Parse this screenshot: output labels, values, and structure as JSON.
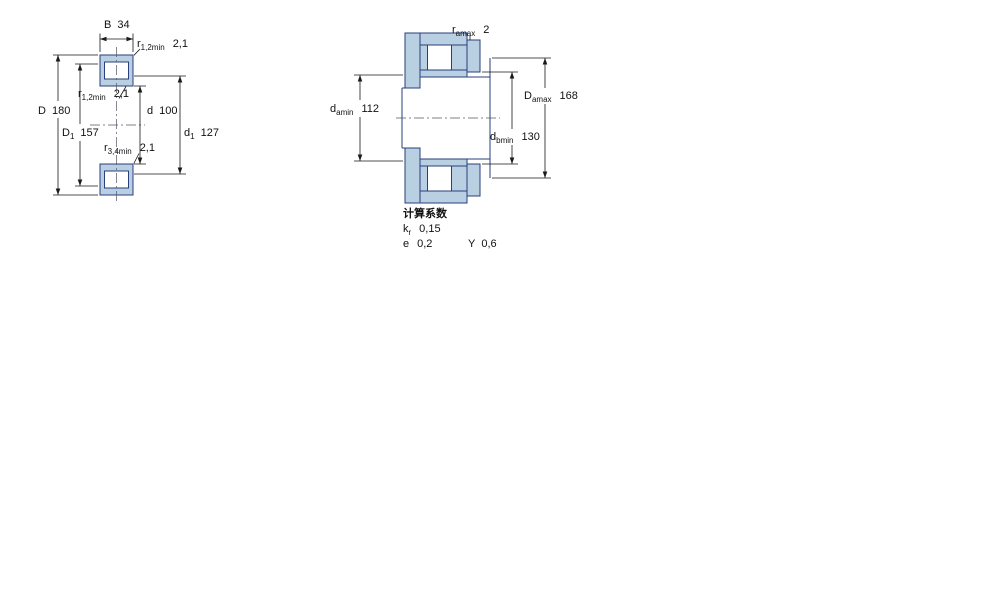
{
  "colors": {
    "bearing_fill": "#b9cfe2",
    "bearing_stroke": "#2a3f7c",
    "line": "#1a1a1a"
  },
  "left_view": {
    "b": {
      "sym": "B",
      "val": "34"
    },
    "r12_top": {
      "sym": "r",
      "sub": "1,2min",
      "val": "2,1"
    },
    "D": {
      "sym": "D",
      "val": "180"
    },
    "r12_mid": {
      "sym": "r",
      "sub": "1,2min",
      "val": "2,1"
    },
    "d": {
      "sym": "d",
      "val": "100"
    },
    "D1": {
      "sym": "D",
      "sub": "1",
      "val": "157"
    },
    "d1": {
      "sym": "d",
      "sub": "1",
      "val": "127"
    },
    "r34": {
      "sym": "r",
      "sub": "3,4min",
      "val": "2,1"
    }
  },
  "right_view": {
    "ra": {
      "sym": "r",
      "sub": "amax",
      "val": "2"
    },
    "da": {
      "sym": "d",
      "sub": "amin",
      "val": "112"
    },
    "Da": {
      "sym": "D",
      "sub": "amax",
      "val": "168"
    },
    "db": {
      "sym": "d",
      "sub": "bmin",
      "val": "130"
    }
  },
  "factors": {
    "title": "计算系数",
    "kr": {
      "sym": "k",
      "sub": "r",
      "val": "0,15"
    },
    "e": {
      "sym": "e",
      "val": "0,2"
    },
    "Y": {
      "sym": "Y",
      "val": "0,6"
    }
  }
}
